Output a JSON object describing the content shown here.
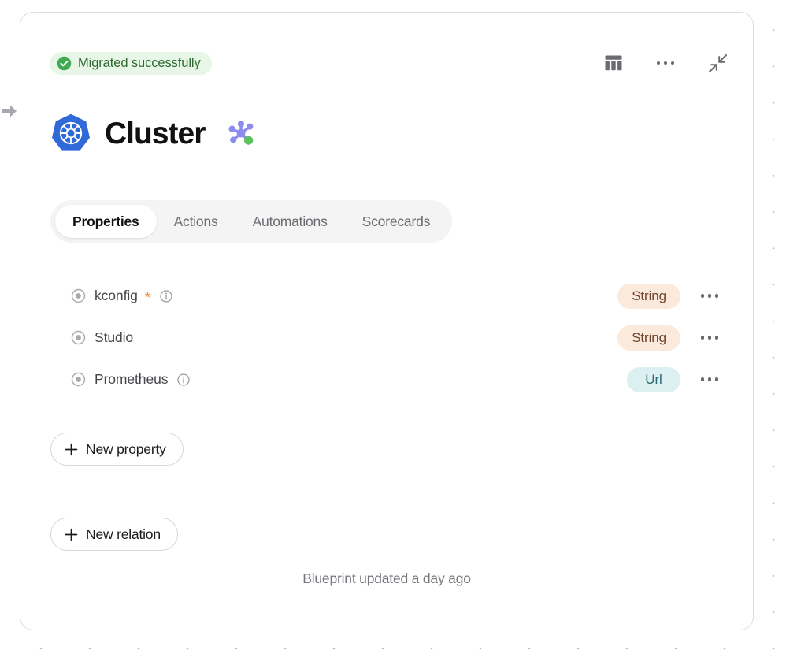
{
  "canvas": {
    "cursor_icon": "arrow-pointer-right-icon",
    "dot_grid_color": "#b9b9bd"
  },
  "card": {
    "status_badge": {
      "icon": "check-circle-icon",
      "label": "Migrated successfully",
      "background_color": "#e7f6e7",
      "text_color": "#2f6a31"
    },
    "header_actions": [
      {
        "name": "table-view-button",
        "icon": "table-columns-icon"
      },
      {
        "name": "more-options-button",
        "icon": "more-horizontal-icon"
      },
      {
        "name": "collapse-button",
        "icon": "collapse-arrows-icon"
      }
    ],
    "title": {
      "logo_icon": "kubernetes-logo-icon",
      "text": "Cluster",
      "relation_icon": "relation-graph-icon"
    },
    "tabs": [
      {
        "label": "Properties",
        "active": true
      },
      {
        "label": "Actions",
        "active": false
      },
      {
        "label": "Automations",
        "active": false
      },
      {
        "label": "Scorecards",
        "active": false
      }
    ],
    "properties": [
      {
        "type_icon": "string-property-icon",
        "name": "kconfig",
        "required": true,
        "required_marker": "*",
        "has_info": true,
        "type_label": "String",
        "type_style": "string",
        "menu_icon": "more-horizontal-icon"
      },
      {
        "type_icon": "string-property-icon",
        "name": "Studio",
        "required": false,
        "required_marker": "",
        "has_info": false,
        "type_label": "String",
        "type_style": "string",
        "menu_icon": "more-horizontal-icon"
      },
      {
        "type_icon": "url-property-icon",
        "name": "Prometheus",
        "required": false,
        "required_marker": "",
        "has_info": true,
        "type_label": "Url",
        "type_style": "url",
        "menu_icon": "more-horizontal-icon"
      }
    ],
    "new_property_button": {
      "icon": "plus-icon",
      "label": "New property"
    },
    "new_relation_button": {
      "icon": "plus-icon",
      "label": "New relation"
    },
    "footer_text": "Blueprint updated a day ago"
  },
  "colors": {
    "string_badge_bg": "#fbe9dc",
    "string_badge_text": "#70432a",
    "url_badge_bg": "#dcf0f2",
    "url_badge_text": "#2b6b74",
    "required_asterisk": "#eb8c3c",
    "kubernetes_blue": "#3069d8",
    "relation_purple": "#8c8cf0",
    "relation_green": "#5cc25c",
    "success_green": "#3faa50"
  }
}
